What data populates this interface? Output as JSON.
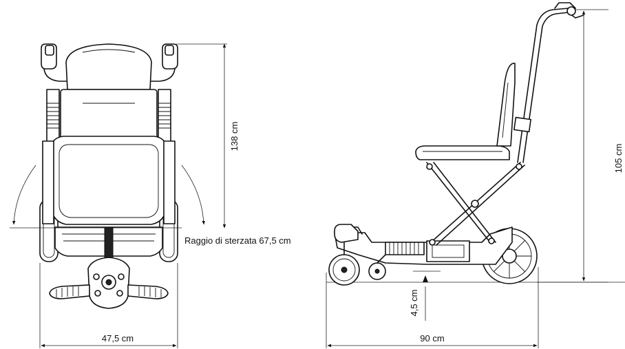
{
  "front_view": {
    "height_label": "138 cm",
    "width_label": "47,5 cm",
    "turning_radius_label": "Raggio di sterzata 67,5 cm"
  },
  "side_view": {
    "height_label": "105 cm",
    "length_label": "90 cm",
    "ground_clearance_label": "4,5 cm"
  }
}
